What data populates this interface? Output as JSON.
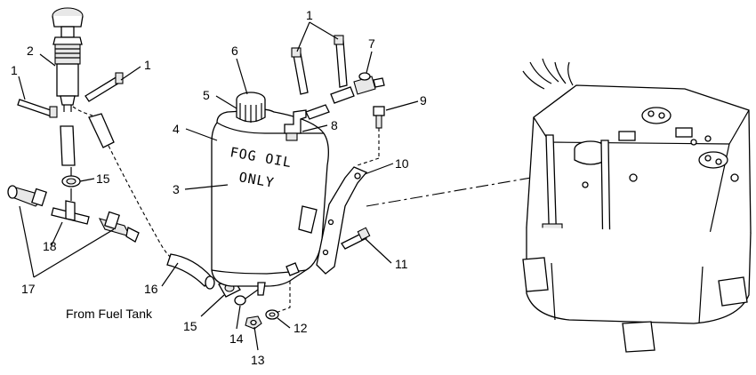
{
  "callouts": {
    "c1a": "1",
    "c1b": "1",
    "c1c": "1",
    "c2": "2",
    "c3": "3",
    "c4": "4",
    "c5": "5",
    "c6": "6",
    "c7": "7",
    "c8": "8",
    "c9": "9",
    "c10": "10",
    "c11": "11",
    "c12": "12",
    "c13": "13",
    "c14": "14",
    "c15a": "15",
    "c15b": "15",
    "c16": "16",
    "c17": "17",
    "c18": "18"
  },
  "tank_text": {
    "line1": "FOG OIL",
    "line2": "ONLY"
  },
  "caption": "From Fuel Tank"
}
